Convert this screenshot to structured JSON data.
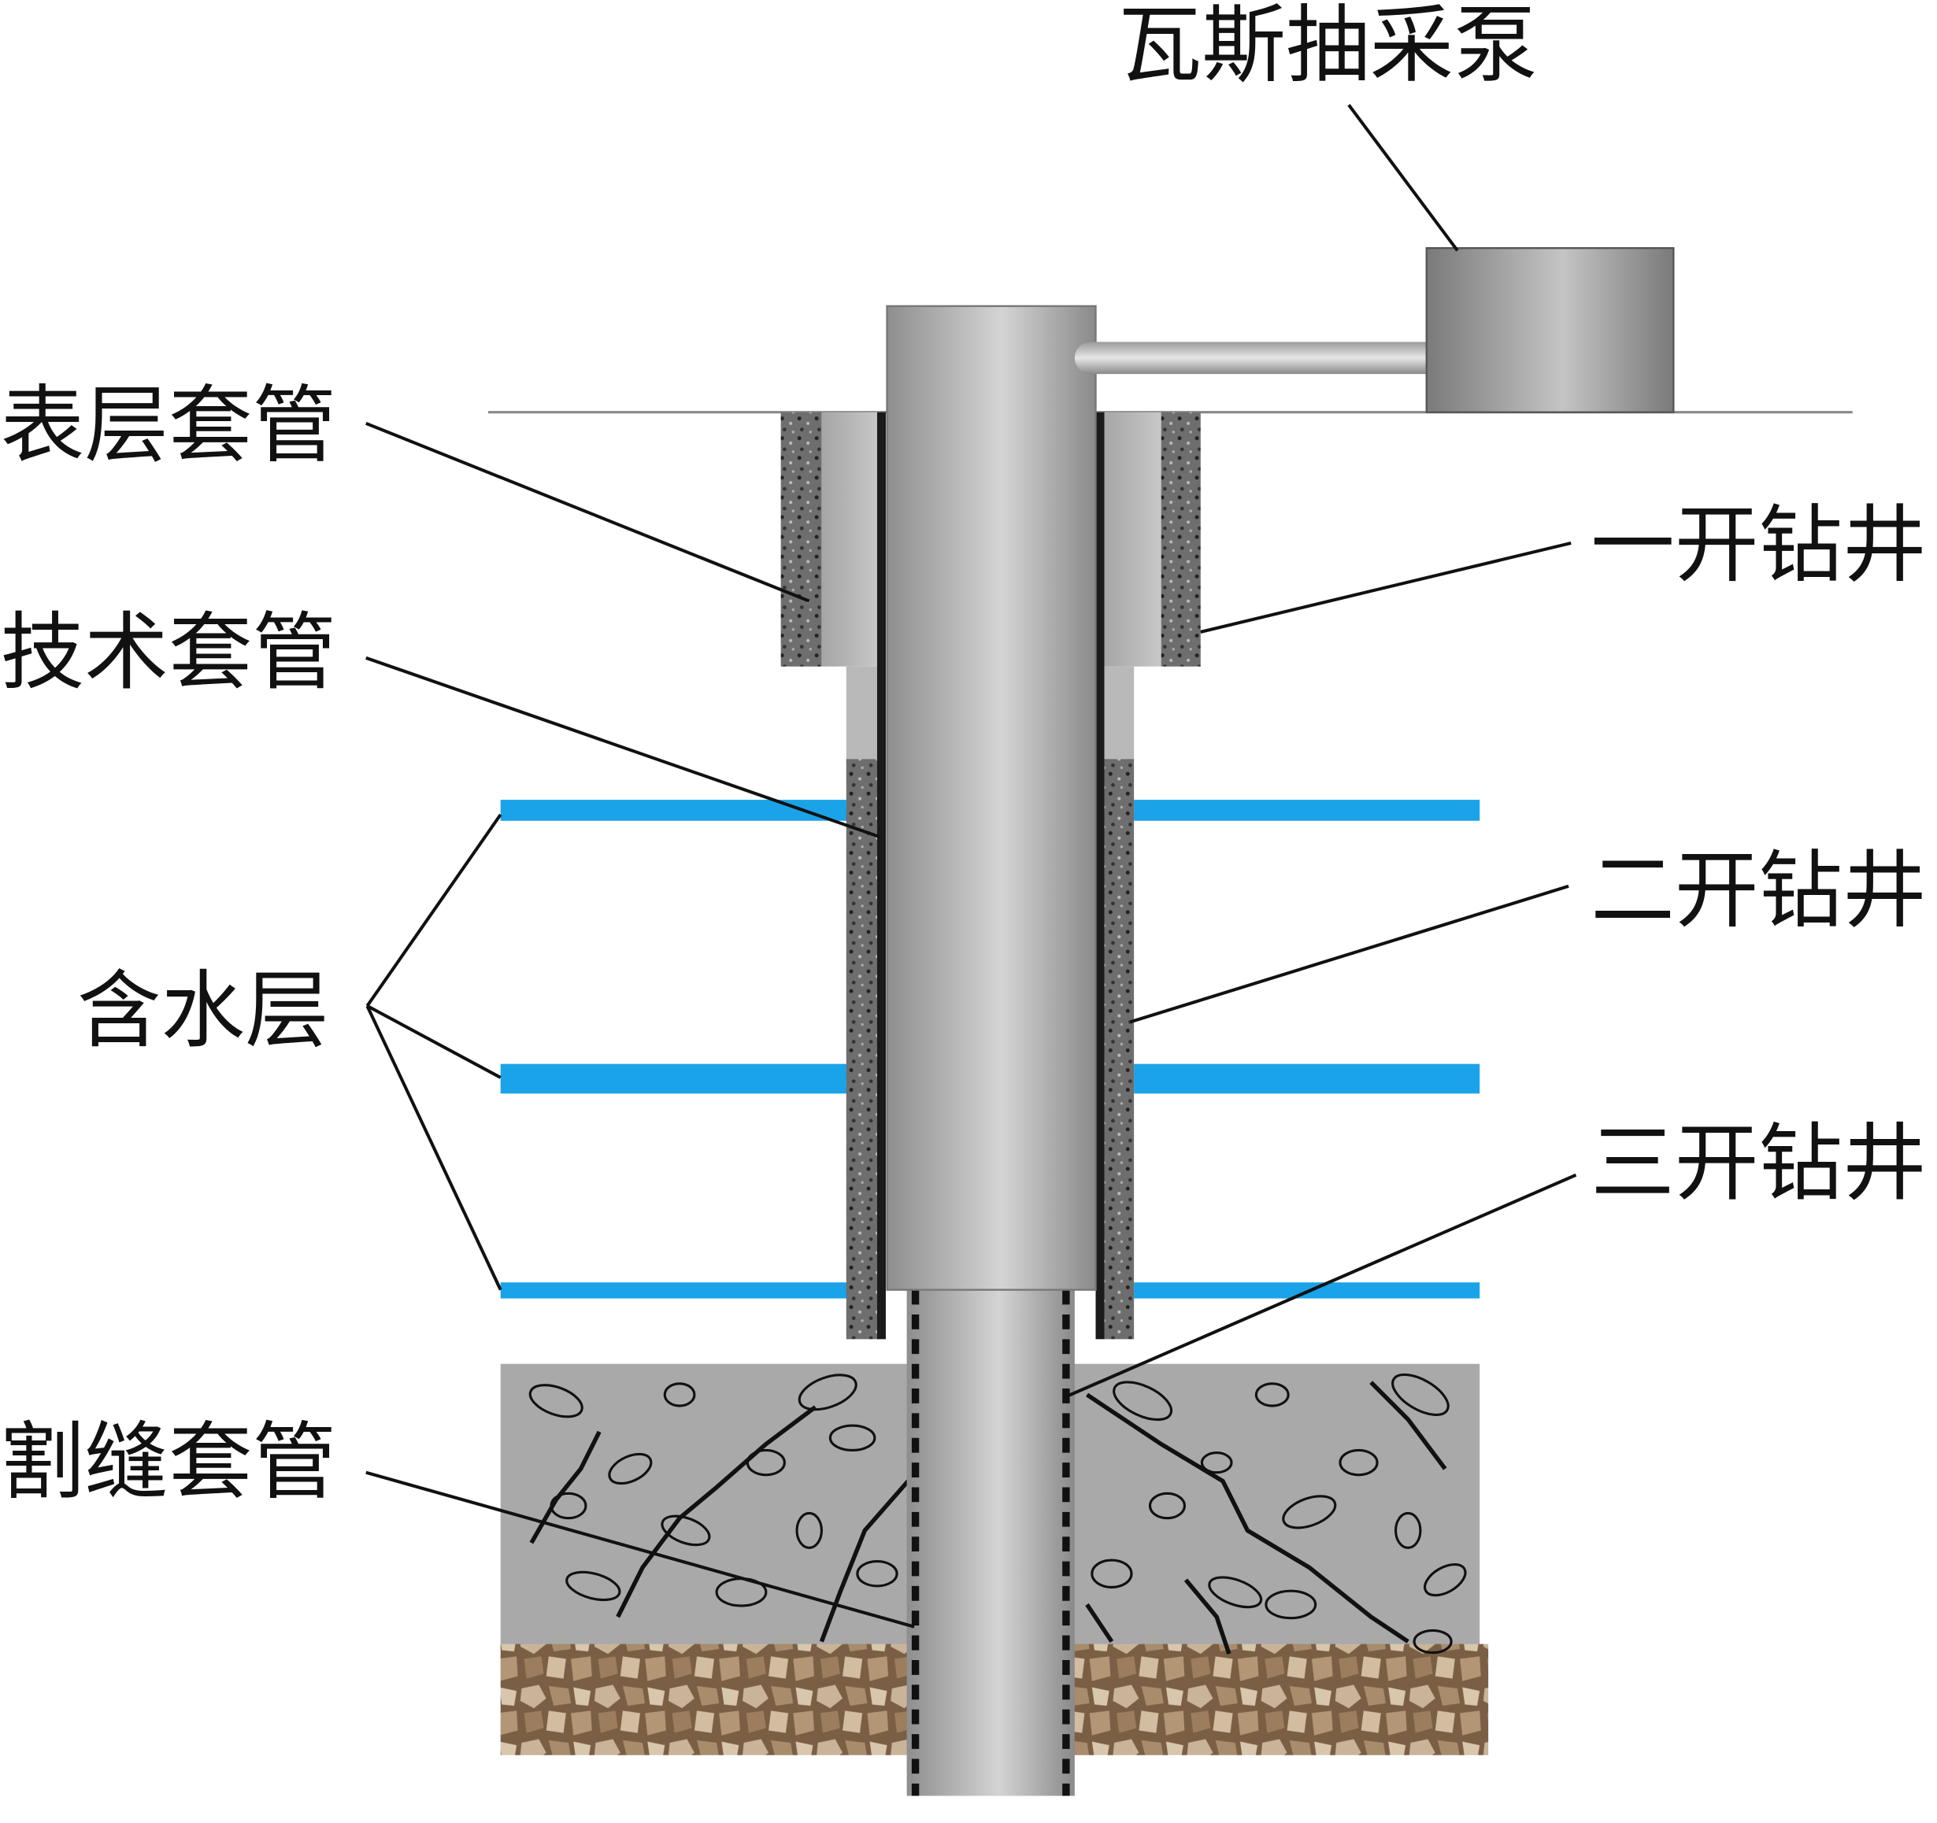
{
  "labels": {
    "pump": "瓦斯抽采泵",
    "surface_casing": "表层套管",
    "technical_casing": "技术套管",
    "aquifer": "含水层",
    "slotted_casing": "割缝套管",
    "first_spud": "一开钻井",
    "second_spud": "二开钻井",
    "third_spud": "三开钻井"
  },
  "colors": {
    "aquifer": "#1aa3e8",
    "cement": "#6e6e6e",
    "rock": "#a9a9a9",
    "gravel": "#8b6f52"
  }
}
